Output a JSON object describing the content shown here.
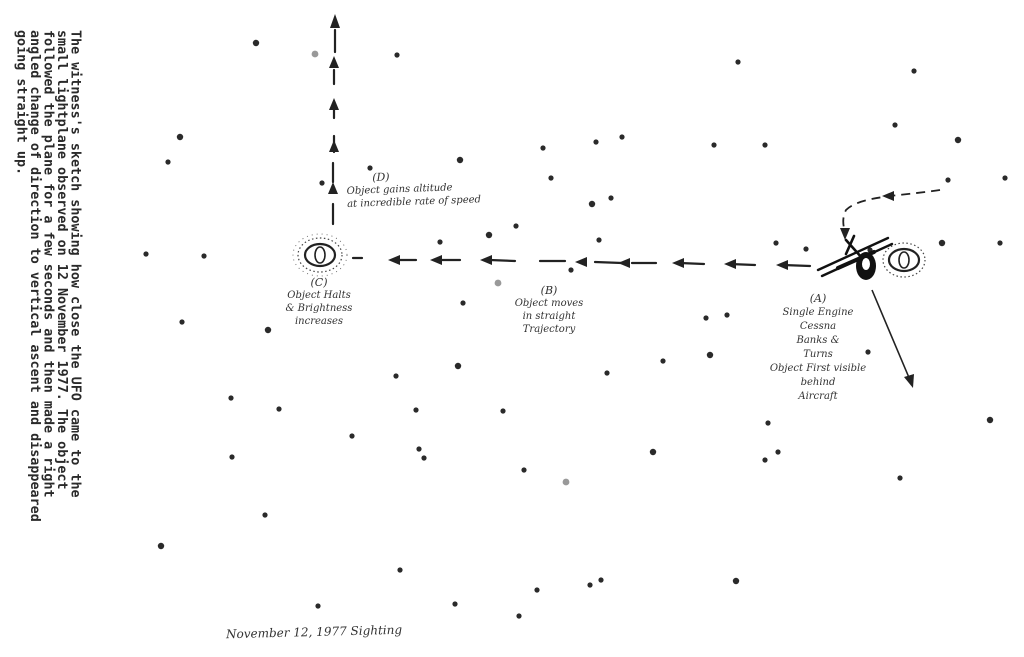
{
  "caption": {
    "lines": [
      "The witness's sketch showing how close the UFO came to the",
      "small lightplane observed on 12 November 1977. The object",
      "followed the plane for a few seconds and then made a right",
      "angled change of direction to vertical ascent and disappeared",
      "going straight up."
    ]
  },
  "title": "November 12, 1977 Sighting",
  "labels": {
    "a": {
      "letter": "(A)",
      "lines": [
        "Single Engine",
        "Cessna",
        "Banks &",
        "Turns",
        "Object First visible",
        "behind",
        "Aircraft"
      ]
    },
    "b": {
      "letter": "(B)",
      "lines": [
        "Object moves",
        "in straight",
        "Trajectory"
      ]
    },
    "c": {
      "letter": "(C)",
      "lines": [
        "Object Halts",
        "& Brightness",
        "increases"
      ]
    },
    "d": {
      "letter": "(D)",
      "lines": [
        "Object gains altitude",
        "at incredible rate of speed"
      ]
    }
  },
  "colors": {
    "ink": "#222222",
    "star": "#2a2a2a"
  }
}
